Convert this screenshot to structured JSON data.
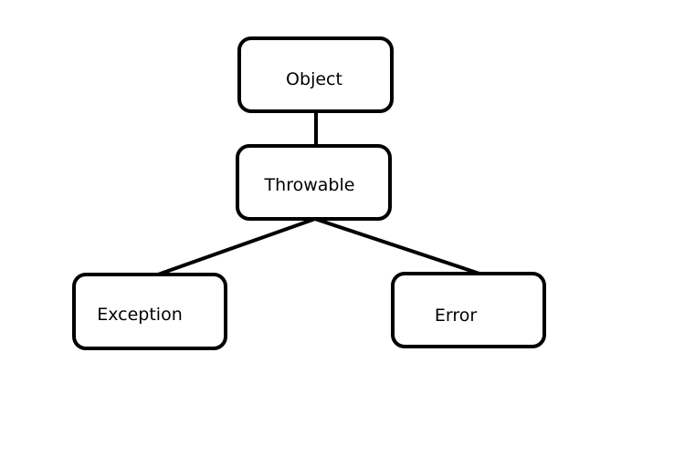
{
  "diagram": {
    "nodes": {
      "object": "Object",
      "throwable": "Throwable",
      "exception": "Exception",
      "error": "Error"
    }
  }
}
